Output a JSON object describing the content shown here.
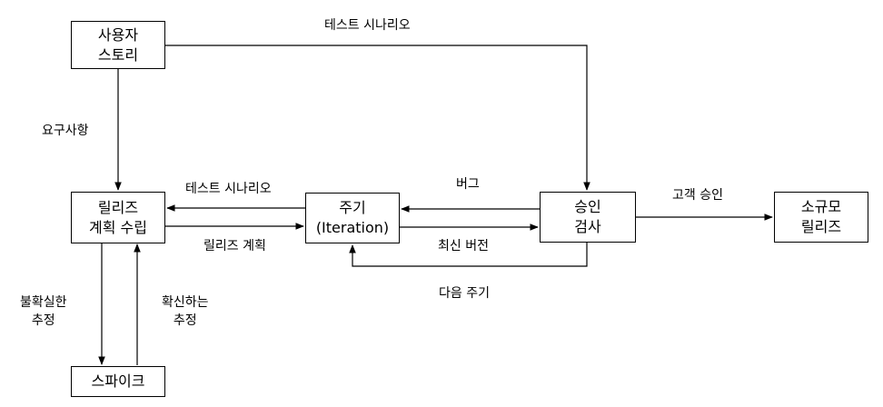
{
  "nodes": {
    "user_story": {
      "line1": "사용자",
      "line2": "스토리"
    },
    "release_planning": {
      "line1": "릴리즈",
      "line2": "계획 수립"
    },
    "iteration": {
      "line1": "주기",
      "line2": "(Iteration)"
    },
    "acceptance_test": {
      "line1": "승인",
      "line2": "검사"
    },
    "small_release": {
      "line1": "소규모",
      "line2": "릴리즈"
    },
    "spike": {
      "line1": "스파이크"
    }
  },
  "edges": {
    "test_scenario_top": "테스트 시나리오",
    "requirements": "요구사항",
    "test_scenario_mid": "테스트 시나리오",
    "release_plan": "릴리즈 계획",
    "bug": "버그",
    "latest_version": "최신 버전",
    "next_iteration": "다음 주기",
    "customer_approval": "고객 승인",
    "uncertain_estimate": {
      "line1": "불확실한",
      "line2": "추정"
    },
    "confident_estimate": {
      "line1": "확신하는",
      "line2": "추정"
    }
  }
}
